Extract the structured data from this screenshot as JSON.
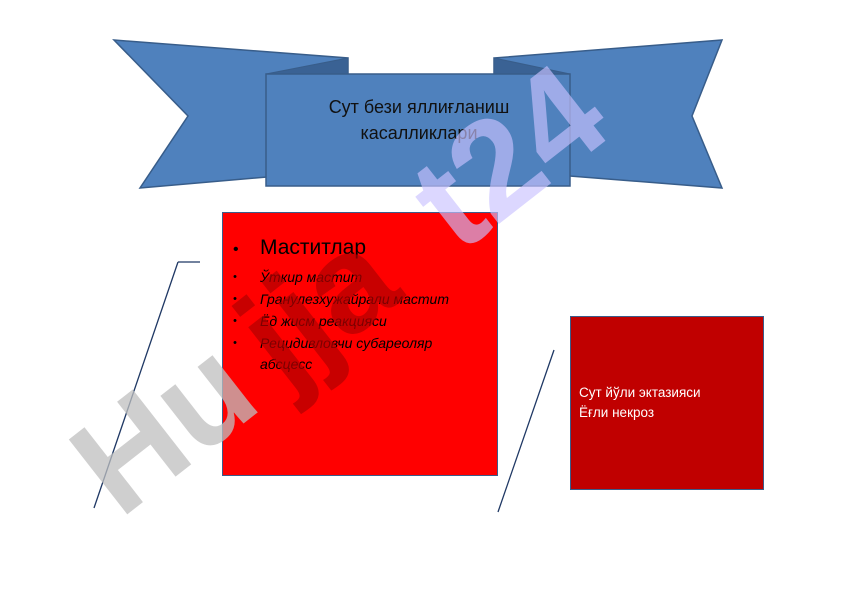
{
  "banner": {
    "title": "Сут бези яллиғланиш касалликлари"
  },
  "main_list": {
    "heading": "Маститлар",
    "items": [
      "Ўткир мастит",
      "Гранулезхужайрали мастит",
      "Ёд жисм реакцияси",
      "Рецидивловчи субареоляр абсцесс"
    ],
    "box_color": "#ff0000"
  },
  "side_box": {
    "lines": [
      "Сут йўли эктазияси",
      "Ёғли некроз"
    ],
    "box_color": "#c00000"
  },
  "watermark": {
    "text_gray": "Hu",
    "text_red": "jja",
    "text_violet": "t24"
  },
  "colors": {
    "banner_fill": "#4f81bd",
    "banner_stroke": "#385d8a",
    "line": "#1f3864"
  },
  "bullet": "•"
}
